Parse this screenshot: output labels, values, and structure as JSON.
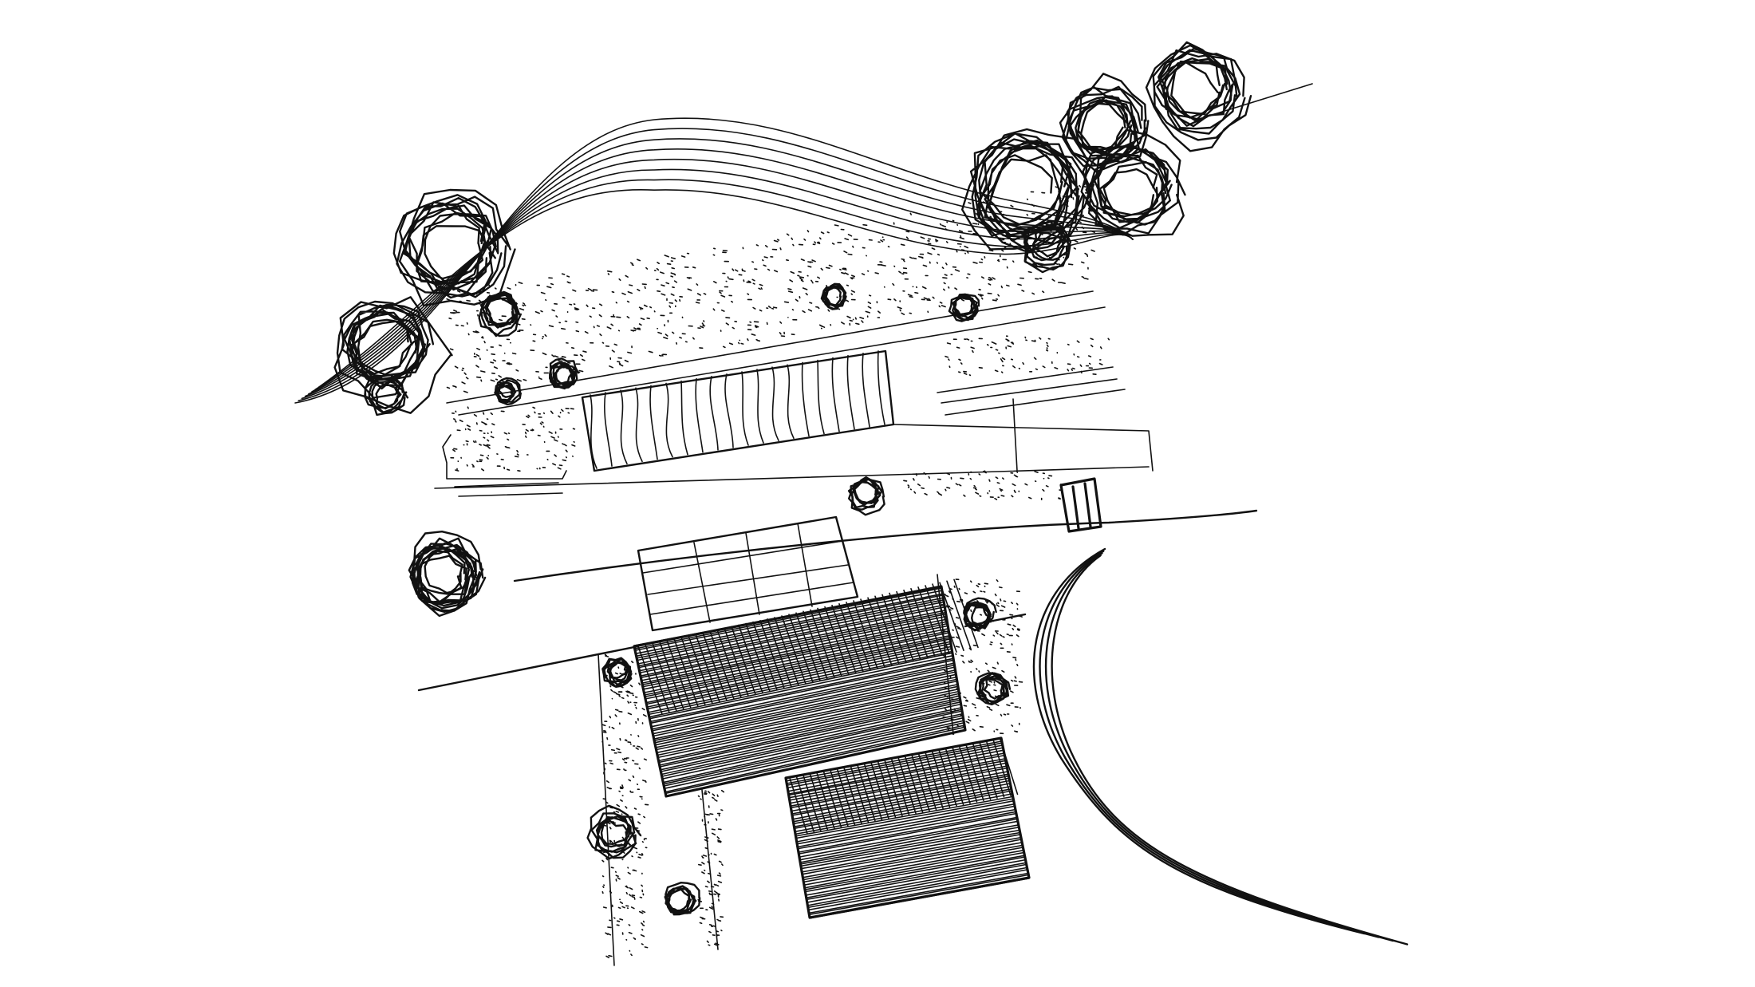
{
  "drawing": {
    "style": "black ink hand sketch on white",
    "ink_color": "#111111",
    "paper_color": "#ffffff",
    "elements": [
      "tree-cluster-top-right",
      "tree-cluster-left",
      "contour-lines",
      "planting-band",
      "wood-slat-panel",
      "terrace-steps",
      "road",
      "driveway",
      "gate",
      "paved-forecourt",
      "main-roof-building",
      "lower-roof-building",
      "hedge-strip",
      "small-shrubs",
      "lone-tree"
    ]
  }
}
